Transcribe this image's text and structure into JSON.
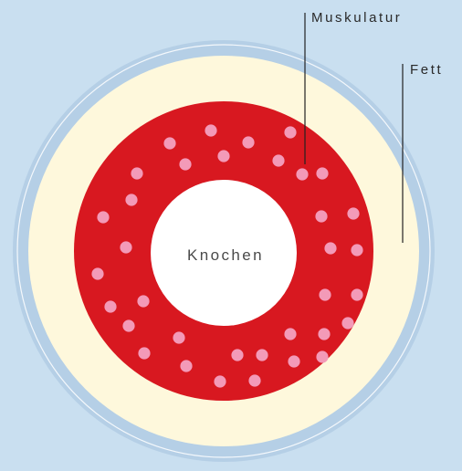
{
  "labels": {
    "muskulatur": "Muskulatur",
    "fett": "Fett",
    "knochen": "Knochen"
  },
  "colors": {
    "background": "#c9dff0",
    "outer_halo": "#b5cfe6",
    "fat": "#fef8dc",
    "muscle": "#d81820",
    "marbling_dots": "#f39ab8",
    "bone": "#ffffff",
    "leader_line": "#222222"
  }
}
